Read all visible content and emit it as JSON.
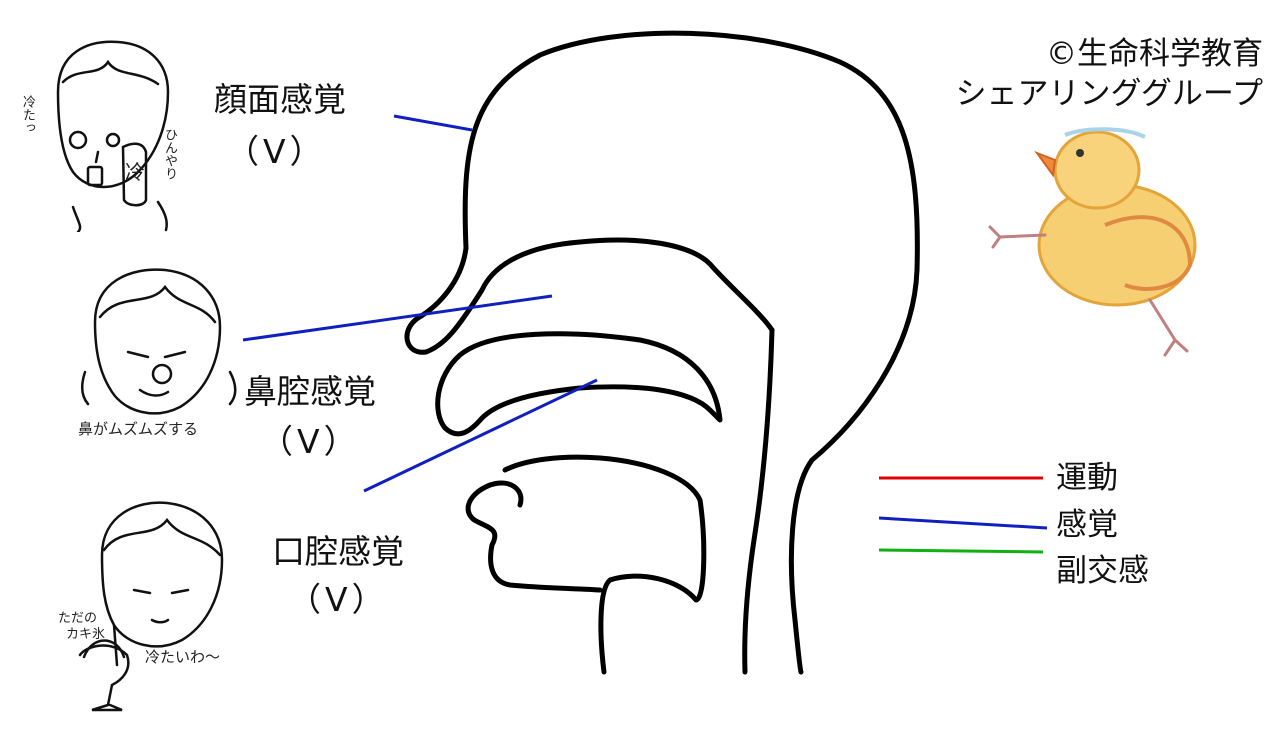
{
  "credit": {
    "line1": "©生命科学教育",
    "line2": "シェアリンググループ"
  },
  "labels": {
    "facial": {
      "name": "顔面感覚",
      "nerve": "（Ⅴ）"
    },
    "nasal": {
      "name": "鼻腔感覚",
      "nerve": "（Ⅴ）"
    },
    "oral": {
      "name": "口腔感覚",
      "nerve": "（Ⅴ）"
    }
  },
  "legend": {
    "items": [
      {
        "label": "運動",
        "color": "#e00000"
      },
      {
        "label": "感覚",
        "color": "#1020c0"
      },
      {
        "label": "副交感",
        "color": "#10b010"
      }
    ]
  },
  "sketches": {
    "face1": {
      "left_note": "冷たっ",
      "right_note": "ひんやり",
      "can_text": "冷"
    },
    "face2": {
      "note": "鼻がムズムズする"
    },
    "face3": {
      "ice_label_1": "ただの",
      "ice_label_2": "カキ氷",
      "note": "冷たいわ〜"
    }
  },
  "colors": {
    "outline": "#000000",
    "sensory_line": "#1020c0"
  }
}
